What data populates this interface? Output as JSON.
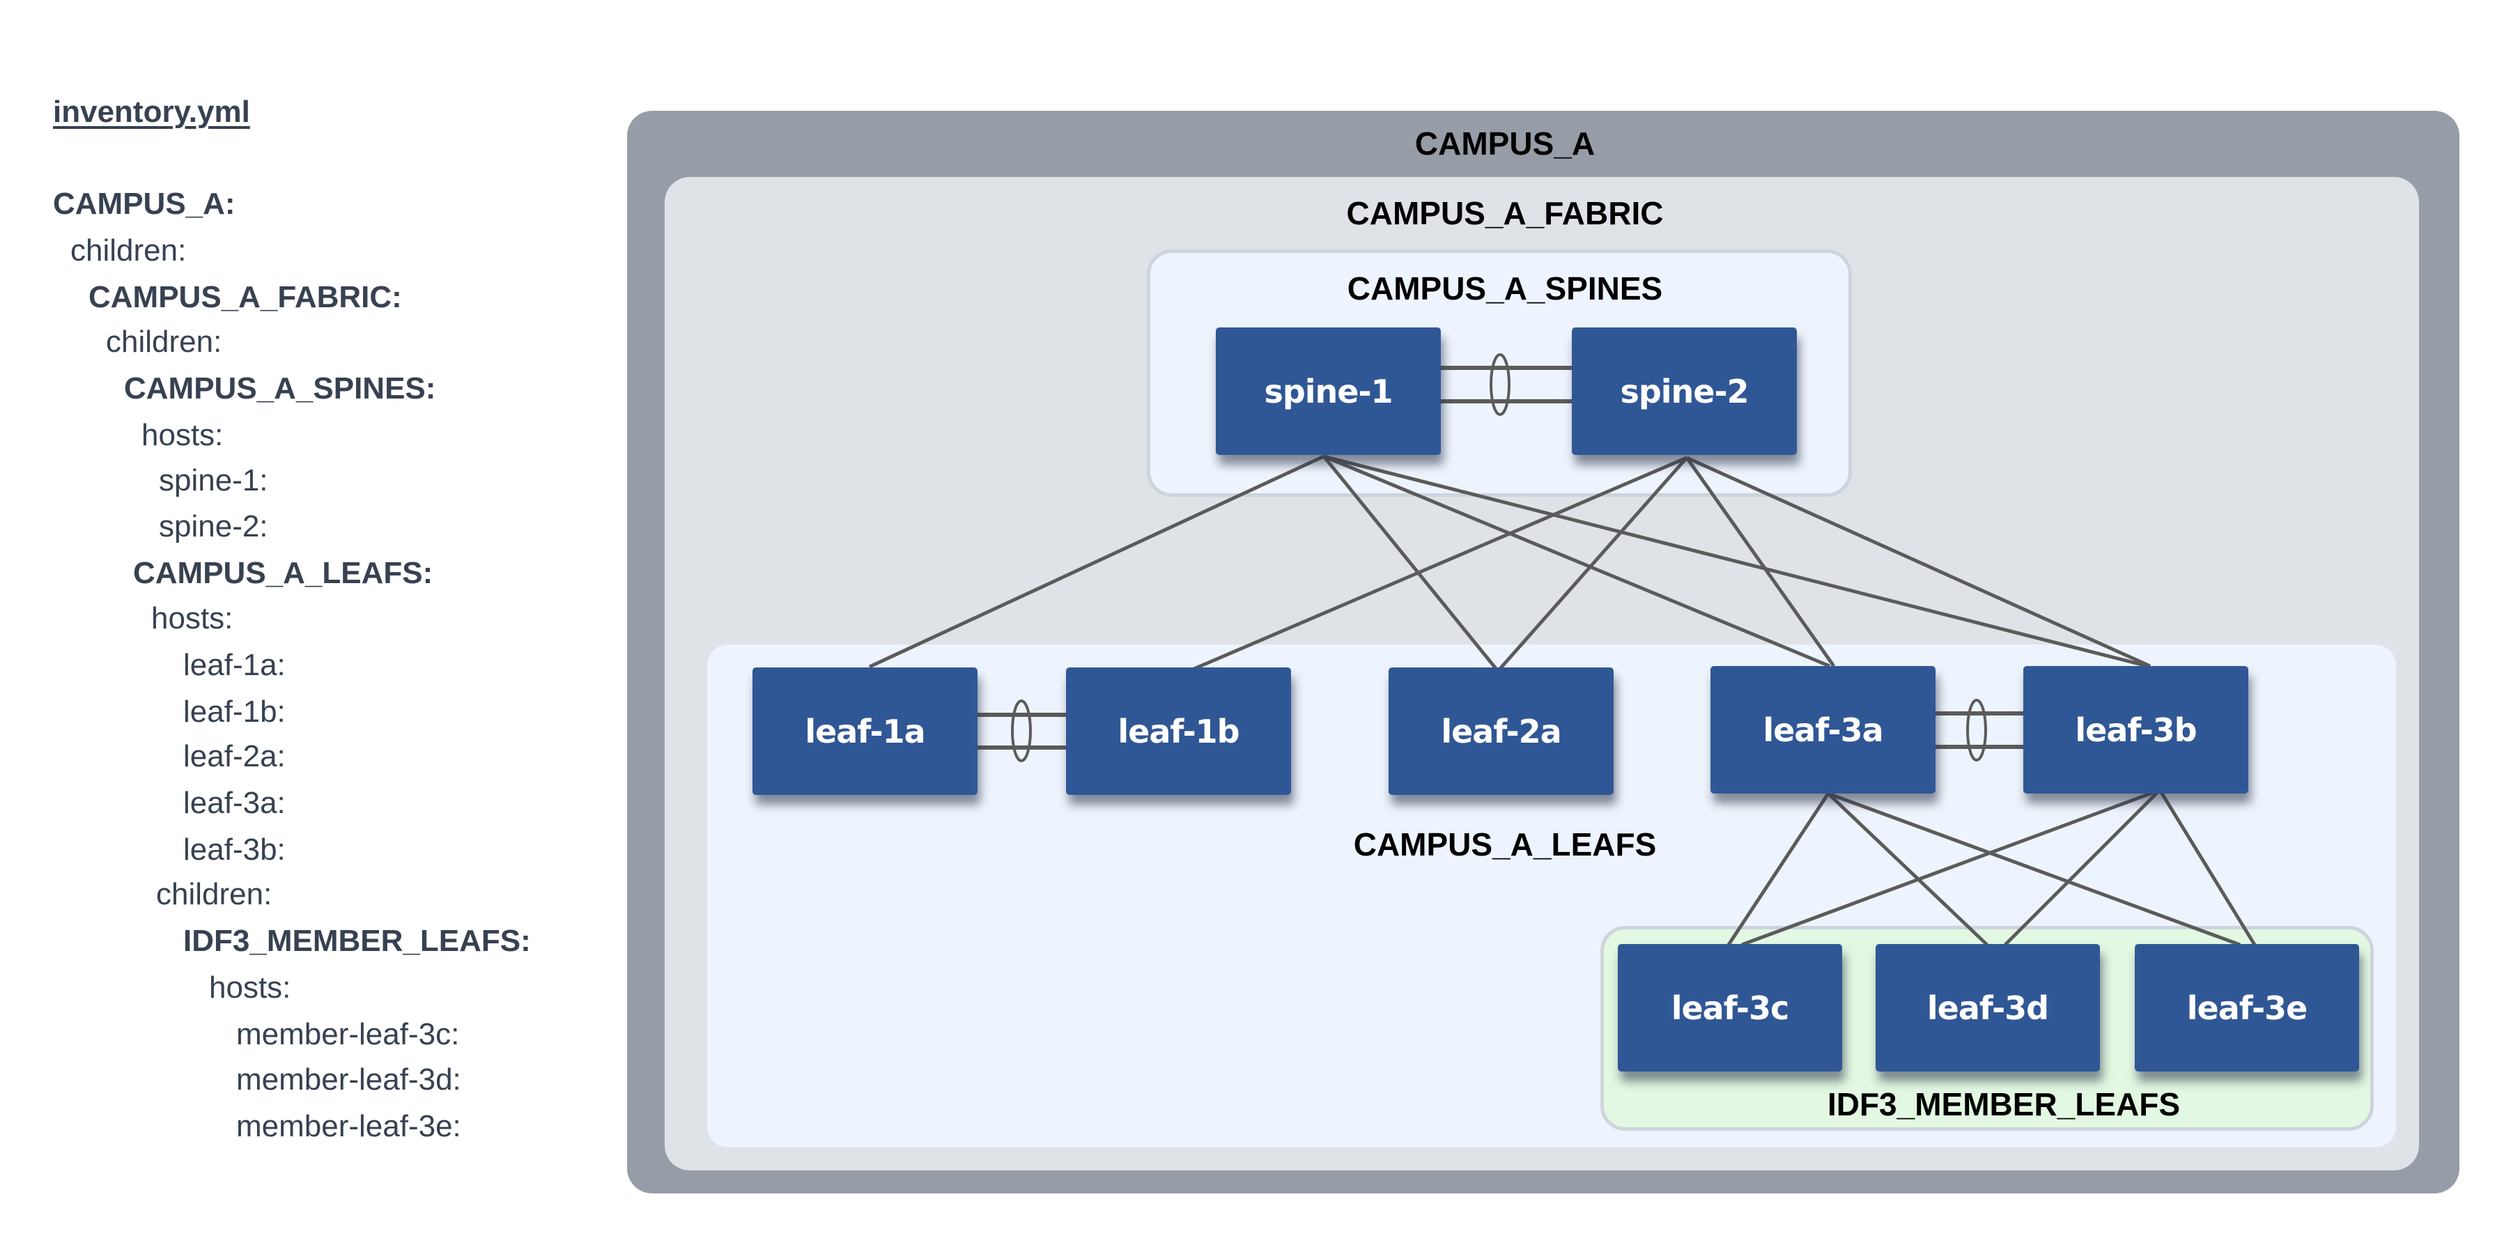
{
  "yaml": {
    "filename": "inventory.yml",
    "lines": [
      {
        "text": "CAMPUS_A:",
        "bold": true
      },
      {
        "text": "children:",
        "bold": false
      },
      {
        "text": "CAMPUS_A_FABRIC:",
        "bold": true
      },
      {
        "text": "children:",
        "bold": false
      },
      {
        "text": "CAMPUS_A_SPINES:",
        "bold": true
      },
      {
        "text": "hosts:",
        "bold": false
      },
      {
        "text": "spine-1:",
        "bold": false
      },
      {
        "text": "spine-2:",
        "bold": false
      },
      {
        "text": "CAMPUS_A_LEAFS:",
        "bold": true
      },
      {
        "text": "hosts:",
        "bold": false
      },
      {
        "text": "leaf-1a:",
        "bold": false
      },
      {
        "text": "leaf-1b:",
        "bold": false
      },
      {
        "text": "leaf-2a:",
        "bold": false
      },
      {
        "text": "leaf-3a:",
        "bold": false
      },
      {
        "text": "leaf-3b:",
        "bold": false
      },
      {
        "text": "children:",
        "bold": false
      },
      {
        "text": "IDF3_MEMBER_LEAFS:",
        "bold": true
      },
      {
        "text": "hosts:",
        "bold": false
      },
      {
        "text": "member-leaf-3c:",
        "bold": false
      },
      {
        "text": "member-leaf-3d:",
        "bold": false
      },
      {
        "text": "member-leaf-3e:",
        "bold": false
      }
    ]
  },
  "groups": {
    "campus": "CAMPUS_A",
    "fabric": "CAMPUS_A_FABRIC",
    "spines": "CAMPUS_A_SPINES",
    "leafs": "CAMPUS_A_LEAFS",
    "idf3": "IDF3_MEMBER_LEAFS"
  },
  "nodes": {
    "spine_1": "spine-1",
    "spine_2": "spine-2",
    "leaf_1a": "leaf-1a",
    "leaf_1b": "leaf-1b",
    "leaf_2a": "leaf-2a",
    "leaf_3a": "leaf-3a",
    "leaf_3b": "leaf-3b",
    "leaf_3c": "leaf-3c",
    "leaf_3d": "leaf-3d",
    "leaf_3e": "leaf-3e"
  },
  "links": {
    "uplinks": [
      [
        "spine-1",
        "leaf-1a"
      ],
      [
        "spine-1",
        "leaf-2a"
      ],
      [
        "spine-1",
        "leaf-3a"
      ],
      [
        "spine-1",
        "leaf-3b"
      ],
      [
        "spine-2",
        "leaf-1b"
      ],
      [
        "spine-2",
        "leaf-2a"
      ],
      [
        "spine-2",
        "leaf-3a"
      ],
      [
        "spine-2",
        "leaf-3b"
      ],
      [
        "leaf-3a",
        "leaf-3c"
      ],
      [
        "leaf-3a",
        "leaf-3d"
      ],
      [
        "leaf-3a",
        "leaf-3e"
      ],
      [
        "leaf-3b",
        "leaf-3c"
      ],
      [
        "leaf-3b",
        "leaf-3d"
      ],
      [
        "leaf-3b",
        "leaf-3e"
      ]
    ],
    "port_channels": [
      [
        "spine-1",
        "spine-2"
      ],
      [
        "leaf-1a",
        "leaf-1b"
      ],
      [
        "leaf-3a",
        "leaf-3b"
      ]
    ]
  },
  "colors": {
    "node": "#305795",
    "link": "#5b5b5b",
    "campus_bg": "#979da7",
    "fabric_bg": "#dfe2e7",
    "group_bg": "#edf4fd",
    "idf3_bg": "#e2f8e2",
    "yaml_text": "#374151"
  }
}
